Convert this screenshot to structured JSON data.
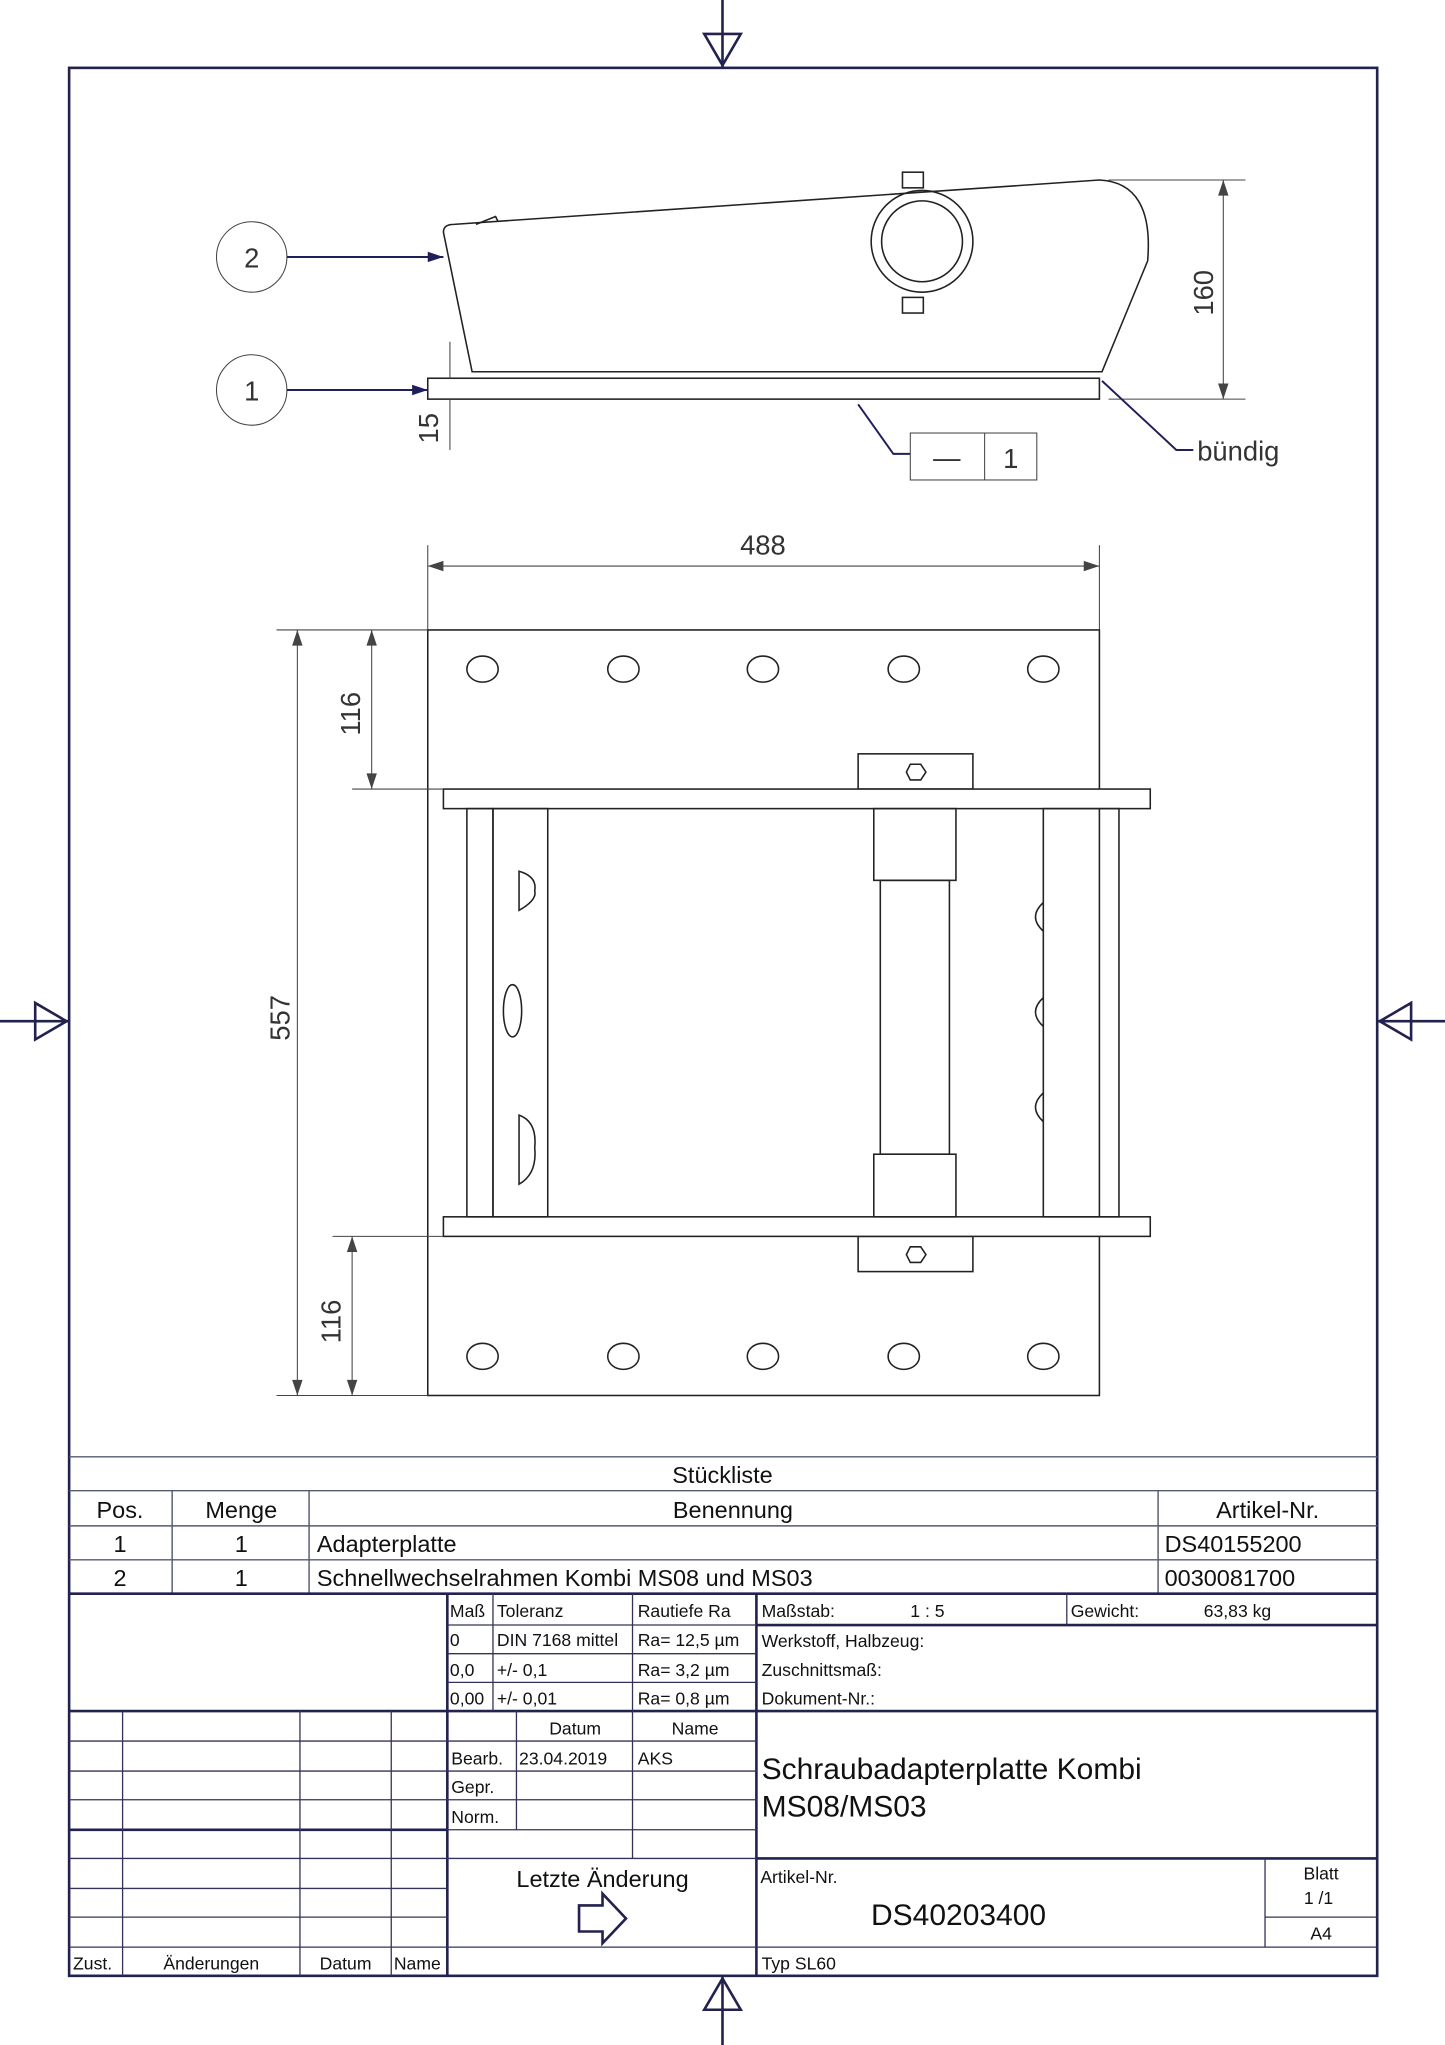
{
  "drawing": {
    "balloons": [
      "2",
      "1"
    ],
    "dimensions": {
      "plate_thickness": "15",
      "height": "160",
      "width": "488",
      "length": "557",
      "top_offset": "116",
      "bottom_offset": "116"
    },
    "flatness": {
      "symbol": "—",
      "value": "1"
    },
    "flush_note": "bündig"
  },
  "parts_list": {
    "title": "Stückliste",
    "headers": [
      "Pos.",
      "Menge",
      "Benennung",
      "Artikel-Nr."
    ],
    "rows": [
      [
        "1",
        "1",
        "Adapterplatte",
        "DS40155200"
      ],
      [
        "2",
        "1",
        "Schnellwechselrahmen Kombi MS08 und MS03",
        "0030081700"
      ]
    ]
  },
  "tolerance": {
    "headers": [
      "Maß",
      "Toleranz",
      "Rautiefe Ra"
    ],
    "rows": [
      [
        "0",
        "DIN 7168 mittel",
        "Ra= 12,5 µm"
      ],
      [
        "0,0",
        "+/- 0,1",
        "Ra= 3,2 µm"
      ],
      [
        "0,00",
        "+/- 0,01",
        "Ra= 0,8 µm"
      ]
    ]
  },
  "info": {
    "scale_label": "Maßstab:",
    "scale": "1 : 5",
    "weight_label": "Gewicht:",
    "weight": "63,83 kg",
    "material_label": "Werkstoff, Halbzeug:",
    "cut_label": "Zuschnittsmaß:",
    "doc_label": "Dokument-Nr.:"
  },
  "approval": {
    "headers": [
      "Datum",
      "Name"
    ],
    "rows": [
      [
        "Bearb.",
        "23.04.2019",
        "AKS"
      ],
      [
        "Gepr.",
        "",
        ""
      ],
      [
        "Norm.",
        "",
        ""
      ]
    ]
  },
  "title": {
    "line1": "Schraubadapterplatte Kombi",
    "line2": "MS08/MS03"
  },
  "revision": {
    "last_change": "Letzte Änderung",
    "headers": [
      "Zust.",
      "Änderungen",
      "Datum",
      "Name"
    ]
  },
  "article": {
    "label": "Artikel-Nr.",
    "number": "DS40203400"
  },
  "sheet": {
    "label": "Blatt",
    "value": "1 /1",
    "format": "A4"
  },
  "type": "Typ  SL60"
}
